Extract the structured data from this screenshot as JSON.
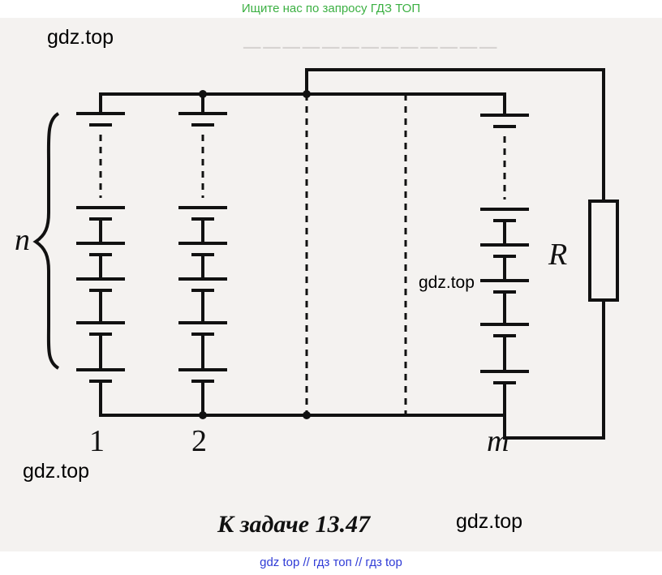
{
  "top_banner": "Ищите нас по запросу ГДЗ ТОП",
  "bottom_banner": "gdz top  //  гдз топ  //  гдз top",
  "watermarks": [
    "gdz.top",
    "gdz.top",
    "gdz.top",
    "gdz.top"
  ],
  "diagram": {
    "caption": "К задаче 13.47",
    "label_n": "n",
    "label_R": "R",
    "label_m": "m",
    "label_1": "1",
    "label_2": "2"
  },
  "colors": {
    "banner_green": "#3cb043",
    "banner_blue": "#2f3bd6",
    "ink": "#111111"
  }
}
